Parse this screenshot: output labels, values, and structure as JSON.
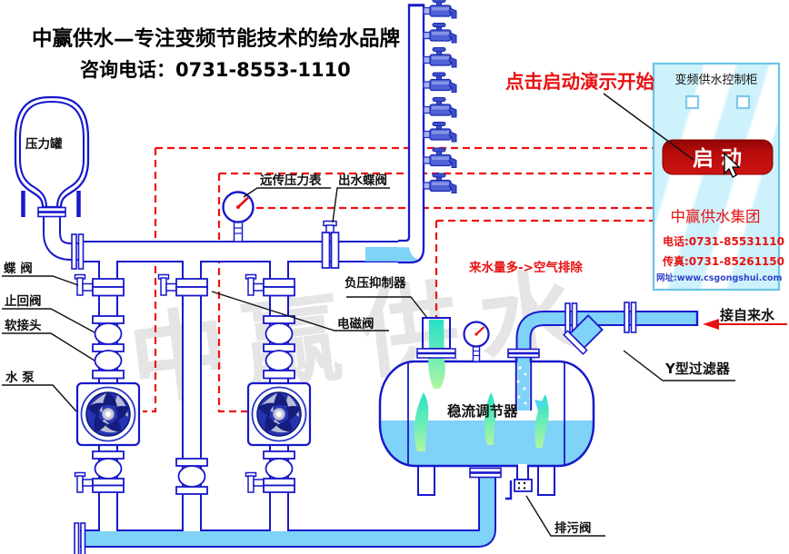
{
  "branding": {
    "slogan": "中赢供水—专注变频节能技术的给水品牌",
    "consult_phone": "咨询电话：0731-8553-1110"
  },
  "watermark": {
    "text": "中赢供水",
    "chars": [
      "中",
      "赢",
      "供",
      "水"
    ]
  },
  "annotations": {
    "click_start": "点击启动演示开始",
    "air_vent": "来水量多->空气排除",
    "tap_water": "接自来水"
  },
  "labels": {
    "pressure_tank": "压力罐",
    "butterfly_valve": "蝶 阀",
    "check_valve": "止回阀",
    "soft_joint": "软接头",
    "water_pump": "水 泵",
    "remote_pressure_gauge": "远传压力表",
    "outlet_butterfly_valve": "出水蝶阀",
    "solenoid_valve": "电磁阀",
    "vacuum_suppressor": "负压抑制器",
    "flow_regulator": "稳流调节器",
    "y_filter": "Y型过滤器",
    "drain_valve": "排污阀"
  },
  "cabinet": {
    "title": "变频供水控制柜",
    "start_button": "启 动",
    "company": "中赢供水集团",
    "phone": "电话:0731-85531110",
    "fax": "传真:0731-85261150",
    "website": "网址:www.csgongshui.com"
  },
  "colors": {
    "pipe_blue": "#1818cc",
    "water_blue": "#7fd2f8",
    "signal_red": "#ee1111",
    "cabinet_bg": "#cdf2fb",
    "button_red": "#c00d0d",
    "watermark_gray": "#c6c6c6"
  }
}
